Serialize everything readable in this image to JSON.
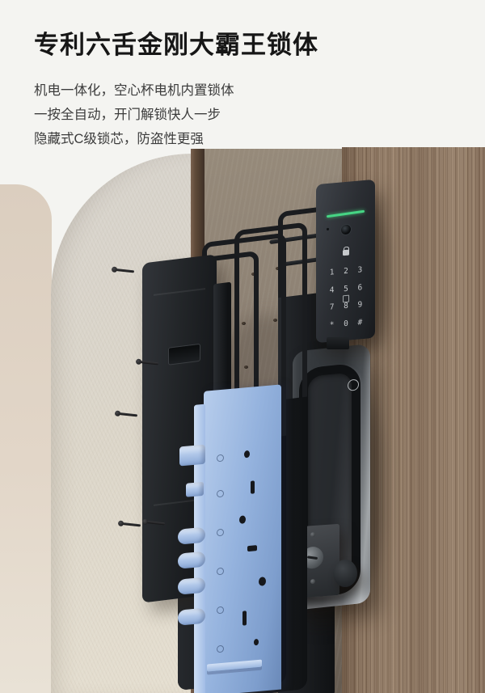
{
  "header": {
    "title": "专利六舌金刚大霸王锁体",
    "features": [
      "机电一体化，空心杯电机内置锁体",
      "一按全自动，开门解锁快人一步",
      "隐藏式C级锁芯，防盗性更强"
    ]
  },
  "scene": {
    "subject": "exploded view of smart door lock mounted on wooden door",
    "keypad": {
      "led_color": "#46d584",
      "keys": [
        "1",
        "2",
        "3",
        "4",
        "5",
        "6",
        "7",
        "8",
        "9",
        "*",
        "0",
        "#"
      ]
    },
    "colors": {
      "background": "#f4f4f1",
      "beige_panel": "#dbcebf",
      "plaster_wall": "#ded8cb",
      "door_frame": "#5d4938",
      "door_side_panel": "#8b7f72",
      "wood_door": "#8f7a66",
      "lock_body_blue": "#95b3de",
      "hardware_black": "#1d2023",
      "led_green": "#46d584"
    }
  }
}
